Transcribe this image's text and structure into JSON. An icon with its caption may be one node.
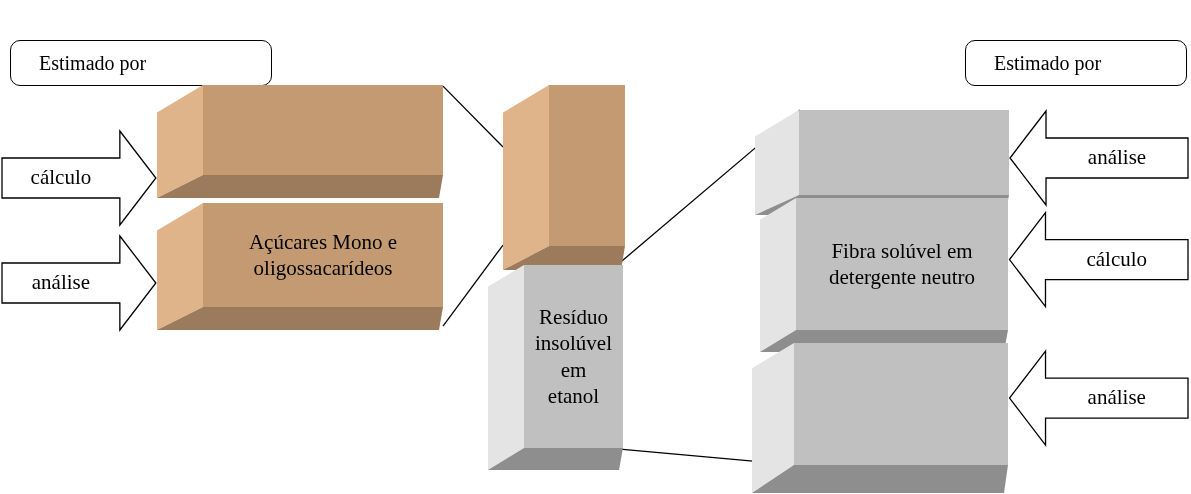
{
  "diagram": {
    "nodes": [
      {
        "text": [
          "Estimado por"
        ]
      },
      {
        "text": [
          "Estimado por"
        ]
      },
      {
        "text": [],
        "shape": "box"
      },
      {
        "text": [
          "Açúcares Mono e oligossacarídeos"
        ]
      },
      {
        "text": [],
        "shape": "box"
      },
      {
        "text": [
          "Resíduo insolúvel em etanol"
        ]
      },
      {
        "text": [],
        "shape": "box"
      },
      {
        "text": [
          "Fibra solúvel em detergente neutro"
        ]
      },
      {
        "text": [],
        "shape": "box"
      }
    ],
    "edges": [
      {
        "from": null,
        "to": 2,
        "arrow": "to",
        "label": "cálculo"
      },
      {
        "from": null,
        "to": 3,
        "arrow": "to",
        "label": "análise"
      },
      {
        "from": 4,
        "to": 2,
        "arrow": "none"
      },
      {
        "from": 4,
        "to": 3,
        "arrow": "none"
      },
      {
        "from": 5,
        "to": 6,
        "arrow": "none"
      },
      {
        "from": 5,
        "to": 8,
        "arrow": "none"
      },
      {
        "from": null,
        "to": 6,
        "arrow": "to",
        "label": "análise"
      },
      {
        "from": null,
        "to": 7,
        "arrow": "to",
        "label": "cálculo"
      },
      {
        "from": null,
        "to": 8,
        "arrow": "to",
        "label": "análise"
      }
    ]
  }
}
